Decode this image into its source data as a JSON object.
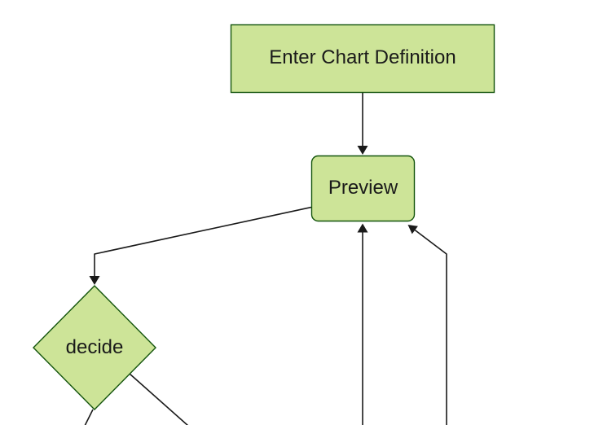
{
  "diagram": {
    "type": "flowchart",
    "direction": "top-down",
    "theme": "forest",
    "nodes": [
      {
        "id": "A",
        "label": "Enter Chart Definition",
        "shape": "rectangle"
      },
      {
        "id": "B",
        "label": "Preview",
        "shape": "rounded-rectangle"
      },
      {
        "id": "C",
        "label": "decide",
        "shape": "diamond"
      }
    ],
    "edges": [
      {
        "from": "A",
        "to": "B",
        "style": "arrow"
      },
      {
        "from": "B",
        "to": "C",
        "style": "arrow"
      },
      {
        "from": "offscreen-bottom-center",
        "to": "B",
        "style": "arrow"
      },
      {
        "from": "offscreen-bottom-right",
        "to": "B",
        "style": "arrow"
      },
      {
        "from": "C",
        "to": "offscreen-bottom-left",
        "style": "line"
      },
      {
        "from": "C",
        "to": "offscreen-bottom-right",
        "style": "line"
      }
    ],
    "colors": {
      "node_fill": "#cde498",
      "node_border": "#13540c",
      "edge": "#1a1a1a",
      "text": "#1a1a1a",
      "background": "#ffffff"
    }
  }
}
